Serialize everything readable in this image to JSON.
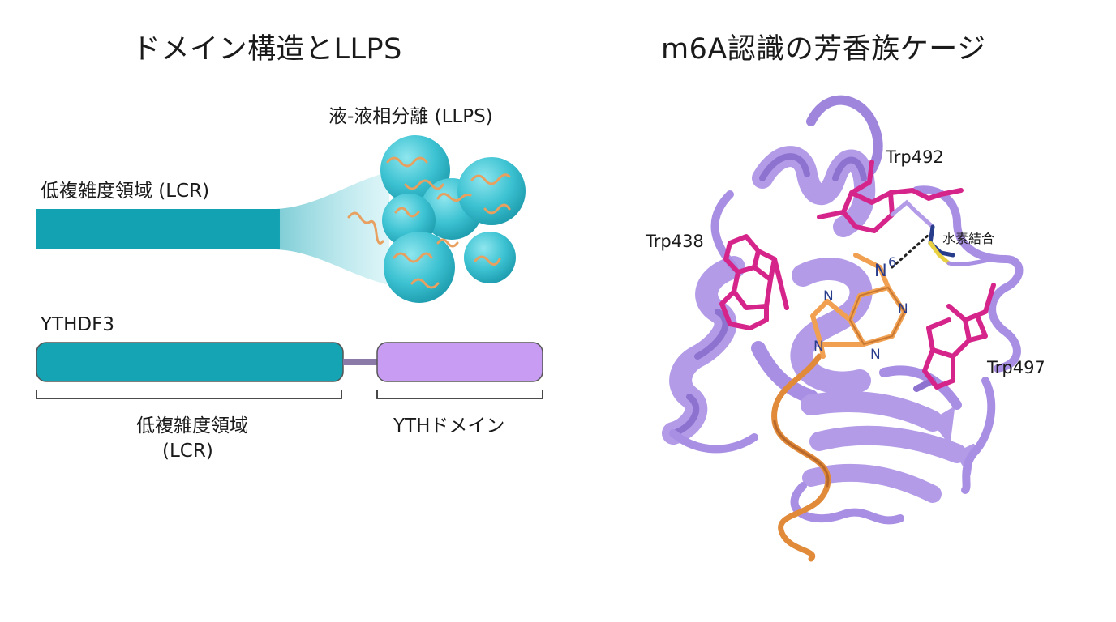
{
  "left_panel": {
    "title": "ドメイン構造とLLPS",
    "llps_label": "液-液相分離 (LLPS)",
    "lcr_label": "低複雑度領域 (LCR)",
    "protein_name": "YTHDF3",
    "lcr_bracket_label_line1": "低複雑度領域",
    "lcr_bracket_label_line2": "(LCR)",
    "yth_bracket_label": "YTHドメイン",
    "colors": {
      "lcr": "#14a4b4",
      "yth": "#c79cf2",
      "droplet": "#3cc4d4",
      "chain": "#e8a060"
    }
  },
  "right_panel": {
    "title": "m6A認識の芳香族ケージ",
    "residues": {
      "trp492": "Trp492",
      "trp438": "Trp438",
      "trp497": "Trp497"
    },
    "hbond_label": "水素結合",
    "atoms": {
      "n6": "N",
      "n6_sup": "6",
      "n1": "N",
      "n3": "N",
      "n7": "N",
      "n9": "N"
    },
    "colors": {
      "protein": "#b39be8",
      "trp": "#d6258a",
      "base": "#f0a050",
      "rna": "#e08a3a",
      "nitrogen": "#283c8c",
      "sulfur": "#e8d040"
    }
  }
}
